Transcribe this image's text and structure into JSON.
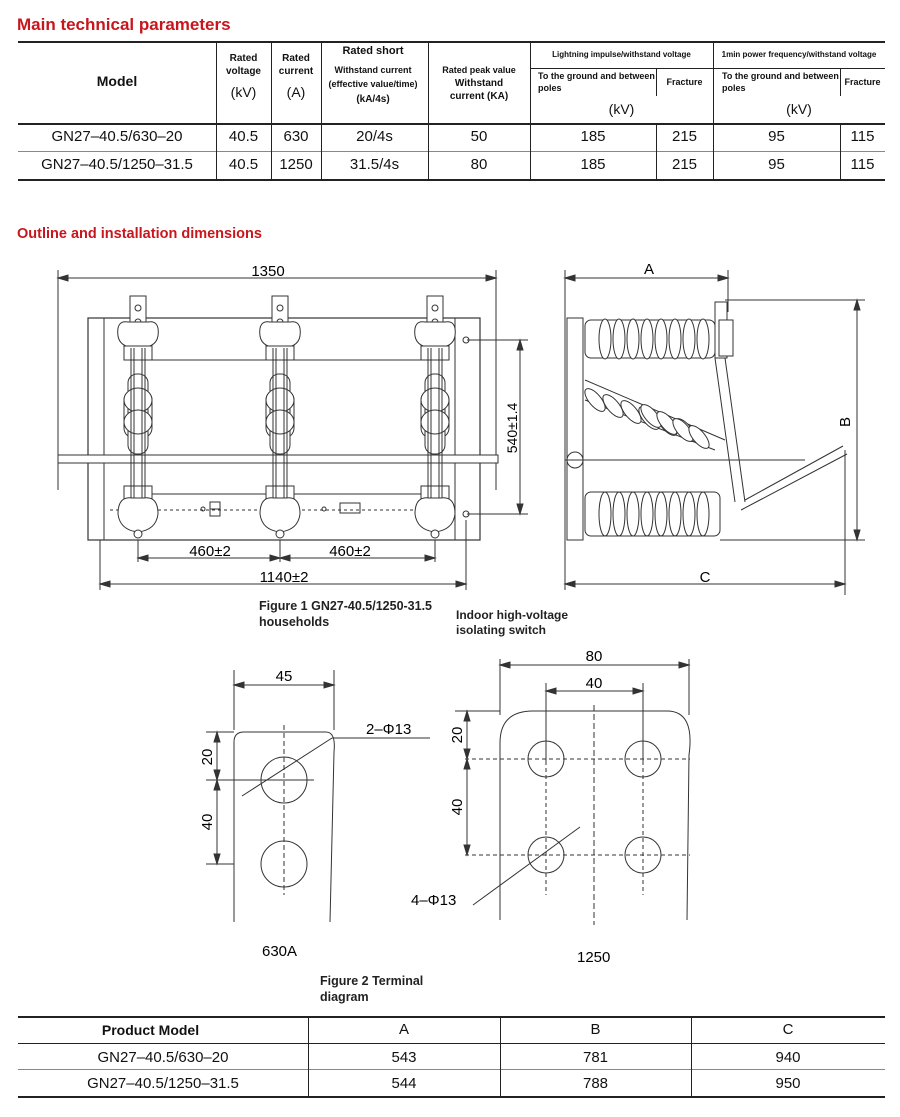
{
  "sections": {
    "params_title": "Main technical parameters",
    "outline_title": "Outline and installation dimensions"
  },
  "params_table": {
    "headers": {
      "model": "Model",
      "rated_voltage": "Rated voltage",
      "rated_voltage_unit": "(kV)",
      "rated_current": "Rated current",
      "rated_current_unit": "(A)",
      "short_time_1": "Rated short",
      "short_time_2": "Withstand current",
      "short_time_3": "(effective value/time)",
      "short_time_unit": "(kA/4s)",
      "peak_1": "Rated peak value",
      "peak_2": "Withstand",
      "peak_3": "current (KA)",
      "lightning": "Lightning impulse/withstand voltage",
      "power_freq": "1min power frequency/withstand voltage",
      "to_ground": "To the ground and between poles",
      "fracture": "Fracture",
      "kv_unit": "(kV)"
    },
    "rows": [
      {
        "model": "GN27–40.5/630–20",
        "voltage": "40.5",
        "current": "630",
        "short": "20/4s",
        "peak": "50",
        "li_ground": "185",
        "li_fracture": "215",
        "pf_ground": "95",
        "pf_fracture": "115"
      },
      {
        "model": "GN27–40.5/1250–31.5",
        "voltage": "40.5",
        "current": "1250",
        "short": "31.5/4s",
        "peak": "80",
        "li_ground": "185",
        "li_fracture": "215",
        "pf_ground": "95",
        "pf_fracture": "115"
      }
    ]
  },
  "figure1": {
    "dim_width": "1350",
    "dim_height": "540±1.4",
    "dim_pole_left": "460±2",
    "dim_pole_right": "460±2",
    "dim_mount": "1140±2",
    "side_a": "A",
    "side_b": "B",
    "side_c": "C",
    "caption_left": "Figure 1 GN27-40.5/1250-31.5 households",
    "caption_right": "Indoor high-voltage isolating switch"
  },
  "figure2": {
    "small_width": "45",
    "small_top": "20",
    "small_pitch": "40",
    "small_holes": "2–Φ13",
    "small_label": "630A",
    "large_width": "80",
    "large_pitch_x": "40",
    "large_top": "20",
    "large_pitch_y": "40",
    "large_holes": "4–Φ13",
    "large_label": "1250",
    "caption": "Figure 2 Terminal diagram"
  },
  "dims_table": {
    "headers": {
      "model": "Product Model",
      "a": "A",
      "b": "B",
      "c": "C"
    },
    "rows": [
      {
        "model": "GN27–40.5/630–20",
        "a": "543",
        "b": "781",
        "c": "940"
      },
      {
        "model": "GN27–40.5/1250–31.5",
        "a": "544",
        "b": "788",
        "c": "950"
      }
    ]
  }
}
